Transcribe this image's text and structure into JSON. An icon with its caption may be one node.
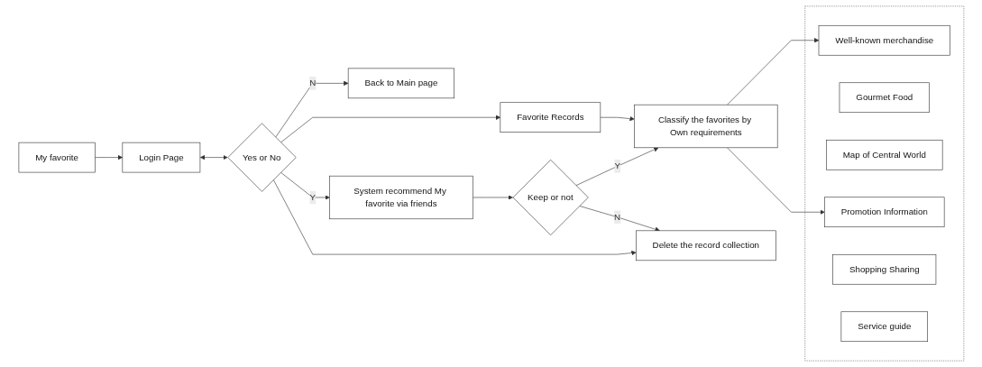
{
  "diagram": {
    "nodes": [
      {
        "text": [
          "My favorite"
        ]
      },
      {
        "text": [
          "Login Page"
        ]
      },
      {
        "text": [
          "Yes or No"
        ]
      },
      {
        "text": [
          "Back to Main page"
        ]
      },
      {
        "text": [
          "Favorite Records"
        ]
      },
      {
        "text": [
          "System recommend My favorite via friends"
        ]
      },
      {
        "text": [
          "Delete the record collection"
        ]
      },
      {
        "text": [
          "Classify the favorites by Own requirements"
        ]
      },
      {
        "text": [
          "Keep or not"
        ]
      },
      {
        "text": [],
        "shape": "box"
      },
      {
        "text": [
          "Well-known merchandise"
        ],
        "in": 9
      },
      {
        "text": [
          "Gourmet Food"
        ],
        "in": 9
      },
      {
        "text": [
          "Map of Central World"
        ],
        "in": 9
      },
      {
        "text": [
          "Promotion Information"
        ],
        "in": 9
      },
      {
        "text": [
          "Shopping Sharing"
        ],
        "in": 9
      },
      {
        "text": [
          "Service guide"
        ],
        "in": 9
      }
    ],
    "edges": [
      {
        "from": 0,
        "to": 1,
        "arrow": "to"
      },
      {
        "from": 1,
        "to": 2,
        "arrow": "both"
      },
      {
        "from": 2,
        "to": 3,
        "label": "N",
        "arrow": "to"
      },
      {
        "from": 2,
        "to": 4,
        "arrow": "to"
      },
      {
        "from": 2,
        "to": 5,
        "label": "Y",
        "arrow": "to"
      },
      {
        "from": 2,
        "to": 6,
        "arrow": "to"
      },
      {
        "from": 4,
        "to": 7,
        "arrow": "to"
      },
      {
        "from": 5,
        "to": 8,
        "arrow": "to"
      },
      {
        "from": 8,
        "to": 7,
        "label": "Y",
        "arrow": "to"
      },
      {
        "from": 8,
        "to": 6,
        "label": "N",
        "arrow": "to"
      },
      {
        "from": 7,
        "to": 10,
        "arrow": "to"
      },
      {
        "from": 7,
        "to": 13,
        "arrow": "to"
      }
    ]
  }
}
